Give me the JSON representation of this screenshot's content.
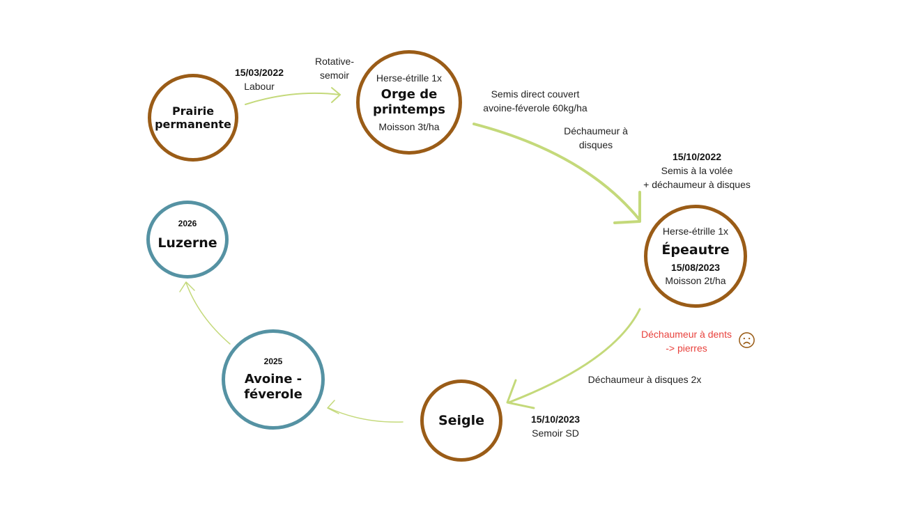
{
  "colors": {
    "crop_border": "#9a5c17",
    "future_border": "#5592a3",
    "arrow": "#c4d97a",
    "warning_text": "#e8413c"
  },
  "nodes": {
    "prairie": {
      "title_line1": "Prairie",
      "title_line2": "permanente"
    },
    "orge": {
      "top": "Herse-étrille 1x",
      "title_line1": "Orge de",
      "title_line2": "printemps",
      "bottom": "Moisson 3t/ha"
    },
    "epeautre": {
      "top": "Herse-étrille 1x",
      "title": "Épeautre",
      "date": "15/08/2023",
      "bottom": "Moisson 2t/ha"
    },
    "seigle": {
      "title": "Seigle"
    },
    "avoine": {
      "year": "2025",
      "title_line1": "Avoine -",
      "title_line2": "féverole"
    },
    "luzerne": {
      "year": "2026",
      "title": "Luzerne"
    }
  },
  "labels": {
    "labour": {
      "date": "15/03/2022",
      "text": "Labour"
    },
    "rotative": {
      "line1": "Rotative-",
      "line2": "semoir"
    },
    "semis_direct": {
      "line1": "Semis direct couvert",
      "line2": "avoine-féverole 60kg/ha"
    },
    "dechaumeur_disques": {
      "line1": "Déchaumeur à",
      "line2": "disques"
    },
    "semis_volee": {
      "date": "15/10/2022",
      "line1": "Semis à la volée",
      "line2": "+ déchaumeur à disques"
    },
    "dechaumeur_dents": {
      "line1": "Déchaumeur à dents",
      "line2": "-> pierres"
    },
    "dechaumeur_2x": {
      "text": "Déchaumeur à disques 2x"
    },
    "semoir_sd": {
      "date": "15/10/2023",
      "text": "Semoir SD"
    }
  },
  "icons": {
    "warning_face": "sad-face-icon"
  }
}
